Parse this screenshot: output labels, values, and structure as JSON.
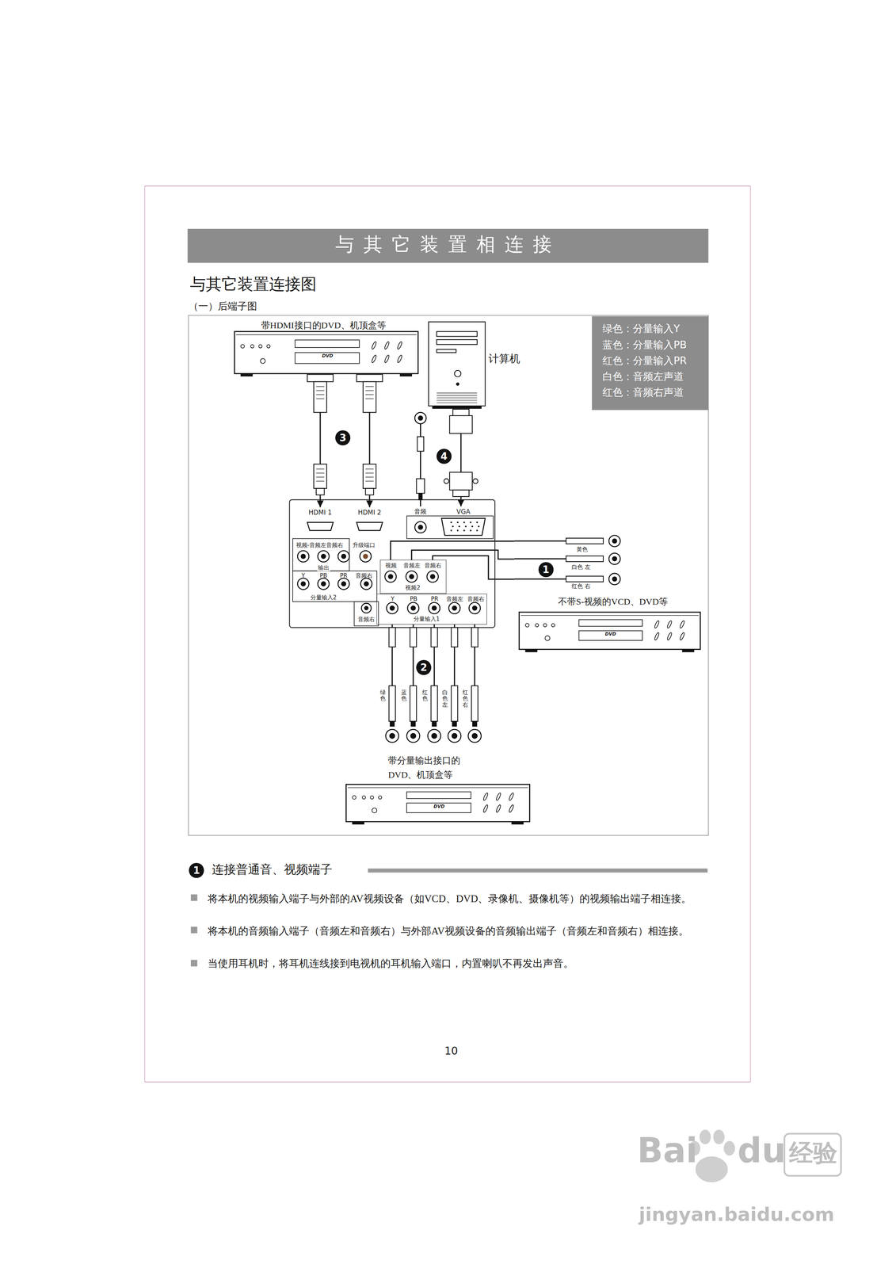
{
  "diagram": {
    "title": "与其它装置相连接",
    "nodes": [
      {
        "text": [
          "带HDMI接口的DVD、机顶盒等",
          "DVD"
        ]
      },
      {
        "text": [
          "计算机"
        ]
      },
      {
        "text": [
          "HDMI 1"
        ]
      },
      {
        "text": [
          "HDMI 2"
        ]
      },
      {
        "text": [
          "音频"
        ]
      },
      {
        "text": [
          "VGA"
        ]
      },
      {
        "text": [
          "视频",
          "音频左",
          "音频右",
          "视频2"
        ]
      },
      {
        "text": [
          "Y",
          "PB",
          "PR",
          "音频左",
          "音频右",
          "分量输入1"
        ]
      },
      {
        "text": [
          "不带S-视频的VCD、DVD等",
          "DVD"
        ]
      },
      {
        "text": [
          "带分量输出接口的 DVD、机顶盒等",
          "DVD"
        ]
      }
    ],
    "edges": [
      {
        "from": 0,
        "to": 2,
        "arrow": "to"
      },
      {
        "from": 0,
        "to": 3,
        "arrow": "to"
      },
      {
        "from": 1,
        "to": 4,
        "arrow": "none"
      },
      {
        "from": 1,
        "to": 5,
        "arrow": "to"
      },
      {
        "from": 8,
        "to": 6,
        "label": "黄色",
        "arrow": "none"
      },
      {
        "from": 8,
        "to": 6,
        "label": "白色 左",
        "arrow": "none"
      },
      {
        "from": 8,
        "to": 6,
        "label": "红色 右",
        "arrow": "none"
      },
      {
        "from": 9,
        "to": 7,
        "label": "绿色",
        "arrow": "none"
      },
      {
        "from": 9,
        "to": 7,
        "label": "蓝色",
        "arrow": "none"
      },
      {
        "from": 9,
        "to": 7,
        "label": "红色",
        "arrow": "none"
      },
      {
        "from": 9,
        "to": 7,
        "label": "白色左",
        "arrow": "none"
      },
      {
        "from": 9,
        "to": 7,
        "label": "红色右",
        "arrow": "none"
      }
    ],
    "labels": [
      "与其它装置连接图",
      "（一）后端子图",
      "3",
      "4",
      "1",
      "2",
      "视频-音频左音频右",
      "升级端口",
      "输出",
      "Y",
      "PB",
      "PR",
      "音频右",
      "分量输入2",
      "音频右",
      "1",
      "连接普通音、视频端子",
      "将本机的视频输入端子与外部的AV视频设备（如VCD、DVD、录像机、摄像机等）的视频输出端子相连接。",
      "将本机的音频输入端子（音频左和音频右）与外部AV视频设备的音频输出端子（音频左和音频右）相连接。",
      "当使用耳机时，将耳机连线接到电视机的耳机输入端口，内置喇叭不再发出声音。",
      "10",
      "Bai",
      "du",
      "经验",
      "jingyan.baidu.com"
    ],
    "legend": [
      {
        "text": "绿色：分量输入Y"
      },
      {
        "text": "蓝色：分量输入PB"
      },
      {
        "text": "红色：分量输入PR"
      },
      {
        "text": "白色：音频左声道"
      },
      {
        "text": "红色：音频右声道"
      }
    ]
  }
}
